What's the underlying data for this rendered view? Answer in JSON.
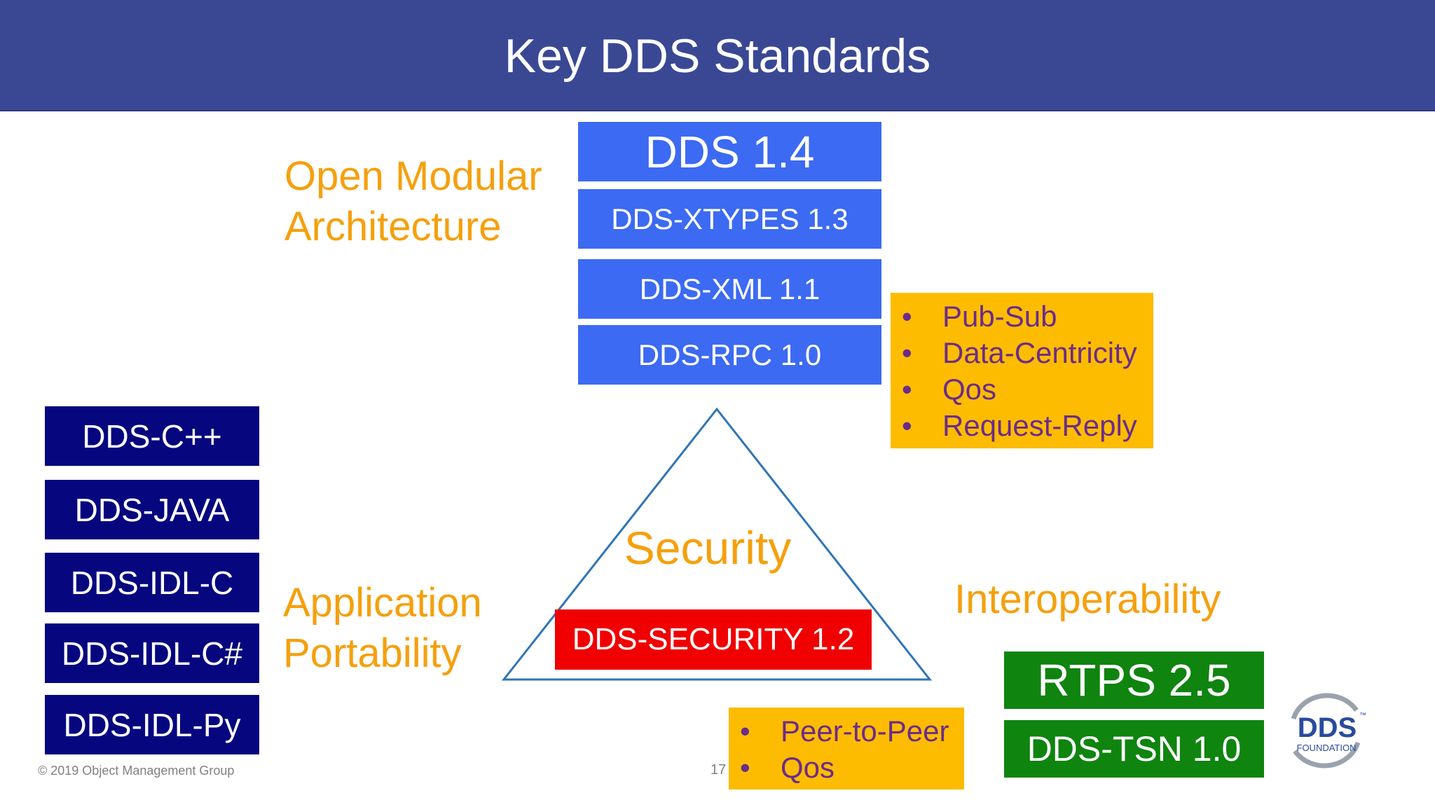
{
  "title": "Key DDS Standards",
  "pillars": {
    "top": [
      "Open Modular",
      "Architecture"
    ],
    "left": [
      "Application",
      "Portability"
    ],
    "right": "Interoperability",
    "center": "Security"
  },
  "core_stack": [
    "DDS 1.4",
    "DDS-XTYPES 1.3",
    "DDS-XML 1.1",
    "DDS-RPC 1.0"
  ],
  "security_box": "DDS-SECURITY 1.2",
  "language_bindings": [
    "DDS-C++",
    "DDS-JAVA",
    "DDS-IDL-C",
    "DDS-IDL-C#",
    "DDS-IDL-Py"
  ],
  "interop_stack": [
    "RTPS 2.5",
    "DDS-TSN 1.0"
  ],
  "features_top": [
    "Pub-Sub",
    "Data-Centricity",
    "Qos",
    "Request-Reply"
  ],
  "features_bottom": [
    "Peer-to-Peer",
    "Qos"
  ],
  "bullet_glyph": "•",
  "footer": {
    "copyright": "© 2019 Object Management Group",
    "page": "17"
  },
  "logo": {
    "text": "DDS",
    "sub": "FOUNDATION",
    "tm": "™"
  },
  "colors": {
    "title_bar": "#3A4894",
    "core_blue": "#3C6AF2",
    "lang_navy": "#06067E",
    "security_red": "#F00000",
    "interop_green": "#0F840F",
    "pillar_orange": "#F5A00D",
    "feature_yellow": "#FDBC00",
    "feature_text": "#6B2C8B"
  }
}
